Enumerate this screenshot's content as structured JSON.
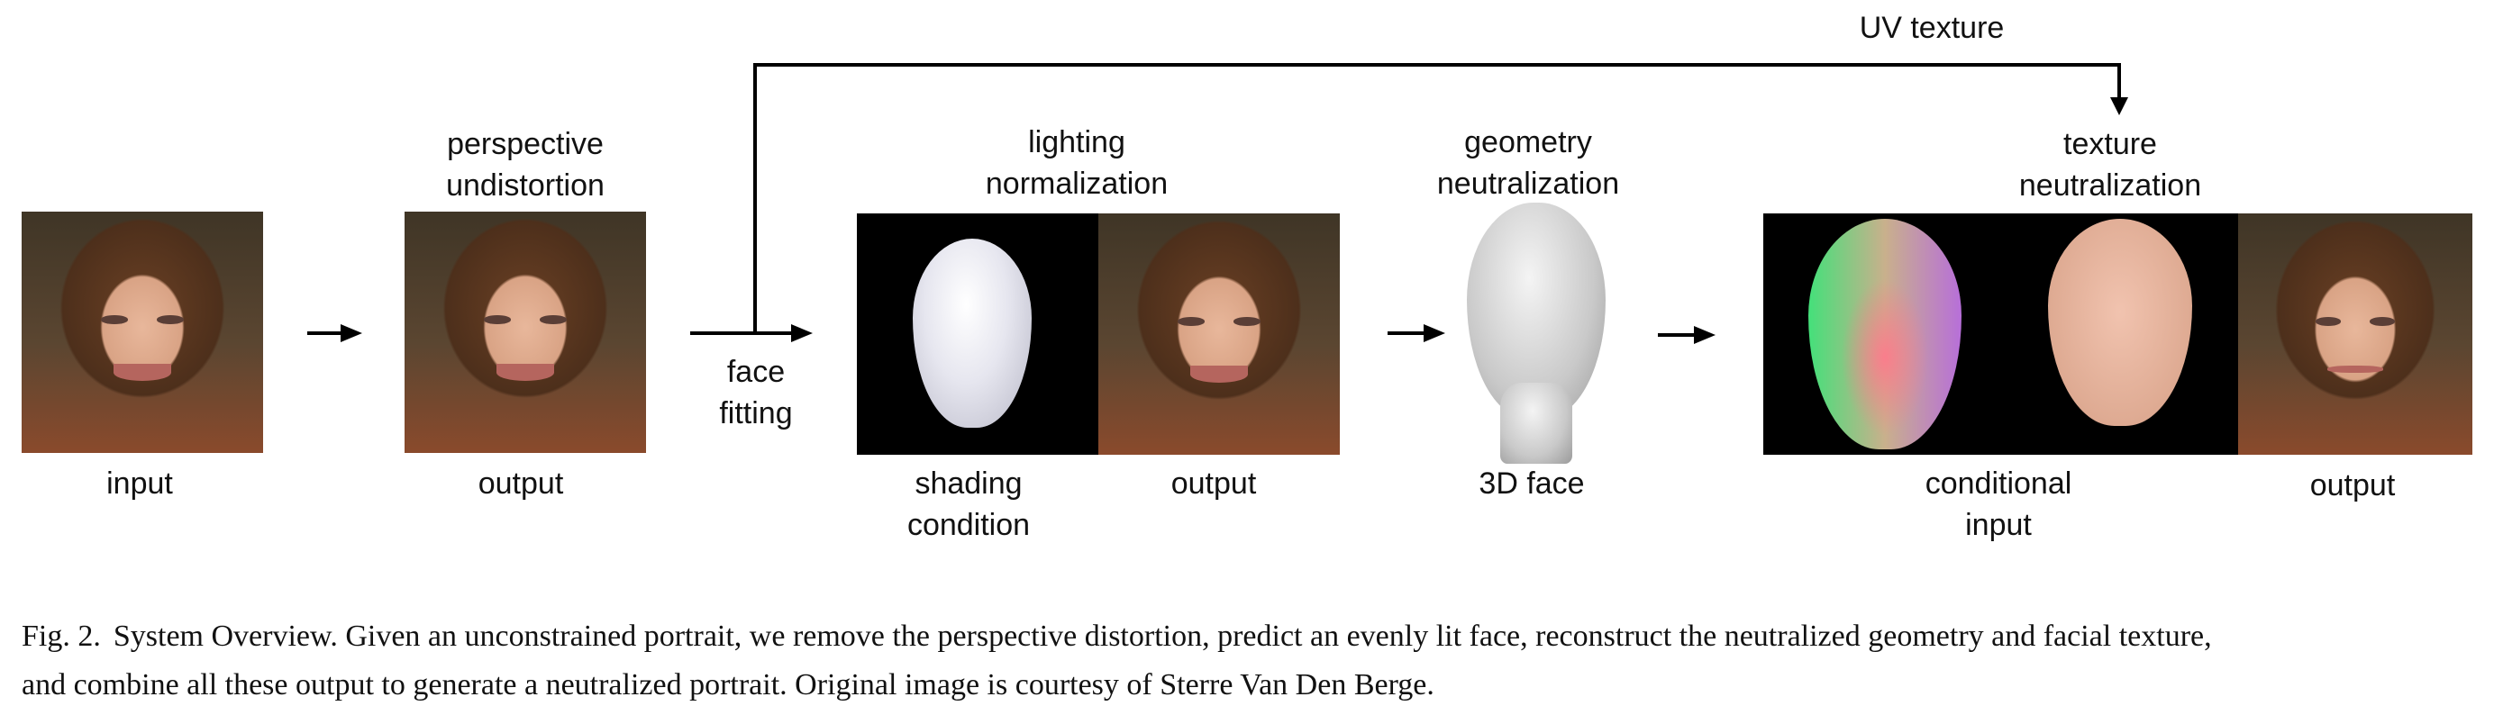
{
  "labels": {
    "uv_texture": "UV texture",
    "perspective_1": "perspective",
    "perspective_2": "undistortion",
    "lighting_1": "lighting",
    "lighting_2": "normalization",
    "geometry_1": "geometry",
    "geometry_2": "neutralization",
    "texture_1": "texture",
    "texture_2": "neutralization",
    "face_fitting_1": "face",
    "face_fitting_2": "fitting",
    "input": "input",
    "output_1": "output",
    "shading_1": "shading",
    "shading_2": "condition",
    "output_2": "output",
    "face_3d": "3D face",
    "conditional_1": "conditional",
    "conditional_2": "input",
    "output_3": "output"
  },
  "caption": {
    "label": "Fig. 2.",
    "line1": "System Overview. Given an unconstrained portrait, we remove the perspective distortion, predict an evenly lit face, reconstruct the neutralized geometry and facial texture,",
    "line2": "and combine all these output to generate a neutralized portrait. Original image is courtesy of Sterre Van Den Berge."
  }
}
